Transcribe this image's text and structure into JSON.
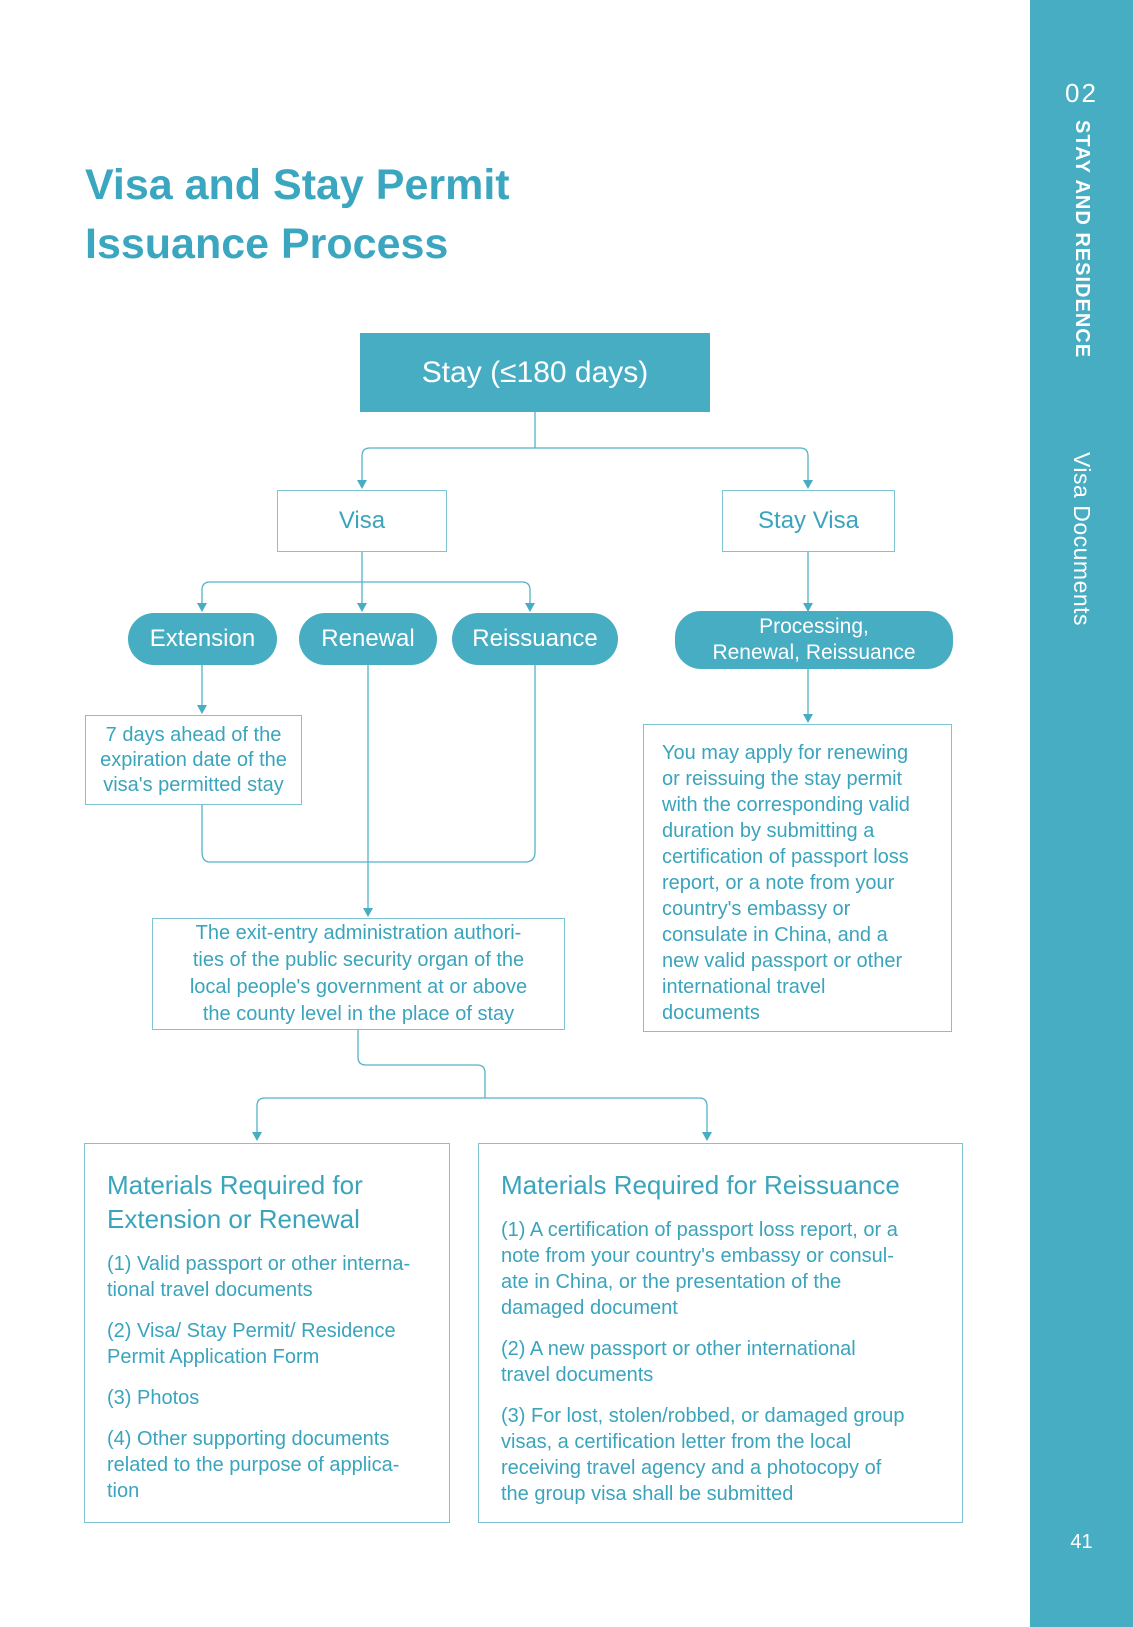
{
  "page": {
    "title": "Visa and Stay Permit\nIssuance Process"
  },
  "sidebar": {
    "chapter_number": "02",
    "chapter_title": "STAY AND RESIDENCE",
    "section_title": "Visa Documents",
    "page_number": "41"
  },
  "colors": {
    "teal_fill": "#47adc3",
    "teal_text": "#3aa4bd",
    "line_stroke": "#55b2c6",
    "box_border": "#7cc4d2",
    "title_text": "#3aa6c0"
  },
  "flow": {
    "stay": "Stay (≤180 days)",
    "visa": "Visa",
    "stay_visa": "Stay Visa",
    "extension": "Extension",
    "renewal": "Renewal",
    "reissuance": "Reissuance",
    "processing": "Processing,\nRenewal, Reissuance",
    "seven_days": "7 days ahead of the\nexpiration date of the\nvisa's permitted stay",
    "authority": "The exit-entry administration authori-\nties of the public security organ of the\nlocal people's government at or above\nthe county level in the place of stay",
    "stay_permit_note": "You may apply for renewing\nor reissuing the stay permit\nwith the corresponding valid\nduration by submitting a\ncertification of passport loss\nreport, or a note from your\ncountry's embassy or\nconsulate in China, and a\nnew valid passport or other\ninternational travel\ndocuments"
  },
  "materials_left": {
    "title": "Materials Required for\nExtension or Renewal",
    "items": [
      "(1) Valid passport or other interna-\ntional travel documents",
      "(2) Visa/ Stay Permit/ Residence\nPermit Application Form",
      "(3) Photos",
      "(4) Other supporting documents\nrelated to the purpose of applica-\ntion"
    ]
  },
  "materials_right": {
    "title": "Materials Required for Reissuance",
    "items": [
      "(1) A certification of passport loss report, or a\nnote from your country's embassy or consul-\nate in China, or the presentation of the\ndamaged document",
      "(2) A new passport or other international\ntravel documents",
      "(3) For lost, stolen/robbed, or damaged group\nvisas, a certification letter from the local\nreceiving travel agency and a photocopy of\nthe group visa shall be submitted"
    ]
  }
}
